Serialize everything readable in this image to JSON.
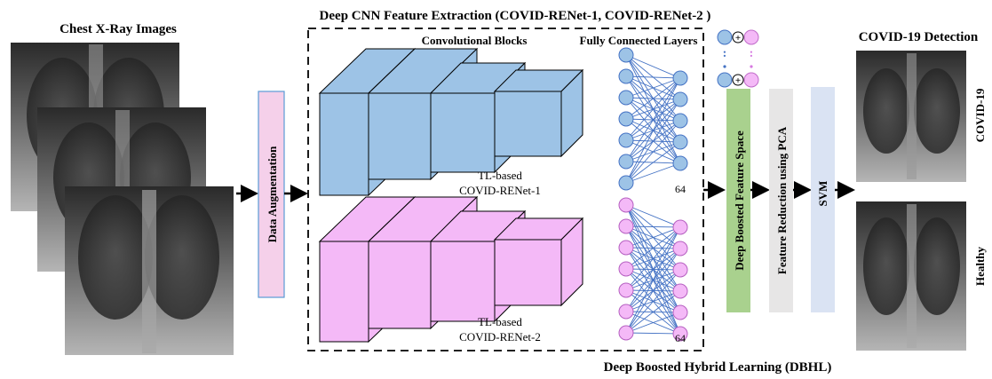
{
  "titles": {
    "input": "Chest X-Ray Images",
    "cnn": "Deep CNN Feature Extraction (COVID-RENet-1, COVID-RENet-2 )",
    "conv": "Convolutional  Blocks",
    "fc": "Fully Connected Layers",
    "output": "COVID-19 Detection",
    "footer": "Deep Boosted Hybrid Learning (DBHL)"
  },
  "models": [
    {
      "line1": "TL-based",
      "line2": "COVID-RENet-1",
      "units": "64",
      "color": "#9dc3e6"
    },
    {
      "line1": "TL-based",
      "line2": "COVID-RENet-2",
      "units": "64",
      "color": "#f4b9f7"
    }
  ],
  "stages": {
    "augmentation": "Data Augmentation",
    "boosted": "Deep Boosted Feature Space",
    "pca": "Feature Reduction using PCA",
    "svm": "SVM",
    "concat": "+",
    "ellipsis": ":"
  },
  "classes": {
    "covid": "COVID-19",
    "healthy": "Healthy"
  },
  "colors": {
    "blue_block": "#9dc3e6",
    "pink_block": "#f4b9f7",
    "augmentation": "#f5d0ea",
    "boosted": "#a9d18e",
    "pca": "#e7e6e6",
    "svm": "#dae3f3",
    "edge_line": "#4472c4"
  }
}
